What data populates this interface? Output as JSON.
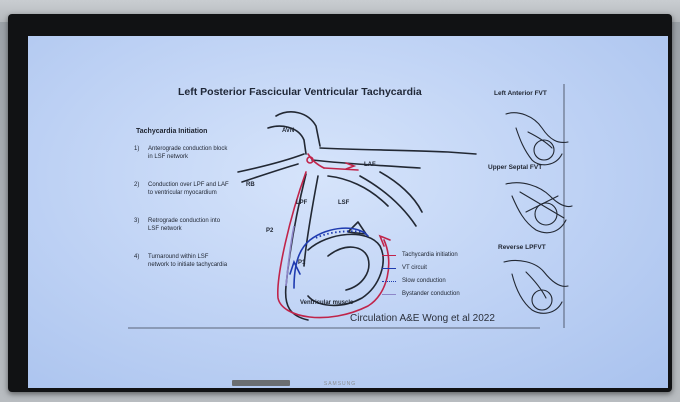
{
  "slide": {
    "title": "Left Posterior Fascicular Ventricular Tachycardia",
    "initiation_heading": "Tachycardia Initiation",
    "steps": [
      {
        "num": "1)",
        "text": "Anterograde conduction block in LSF network"
      },
      {
        "num": "2)",
        "text": "Conduction over LPF and LAF to ventricular myocardium"
      },
      {
        "num": "3)",
        "text": "Retrograde conduction into LSF network"
      },
      {
        "num": "4)",
        "text": "Turnaround within LSF network to initiate tachycardia"
      }
    ],
    "diagram_labels": {
      "avn": "AVN",
      "laf": "LAF",
      "rb": "RB",
      "lpf": "LPF",
      "lsf": "LSF",
      "p2": "P2",
      "p1": "P1",
      "ventricular_muscle": "Ventricular muscle"
    },
    "legend": [
      {
        "label": "Tachycardia initiation",
        "color": "#c0244a",
        "style": "solid"
      },
      {
        "label": "VT circuit",
        "color": "#1f3bb0",
        "style": "solid"
      },
      {
        "label": "Slow conduction",
        "color": "#1f3bb0",
        "style": "dotted"
      },
      {
        "label": "Bystander conduction",
        "color": "#8e86c8",
        "style": "solid"
      }
    ],
    "side_panels": [
      {
        "title": "Left Anterior FVT"
      },
      {
        "title": "Upper Septal FVT"
      },
      {
        "title": "Reverse LPFVT"
      }
    ],
    "citation": "Circulation A&E Wong et al 2022"
  },
  "colors": {
    "initiation": "#c0244a",
    "vt_circuit": "#1f3bb0",
    "bystander": "#8e86c8",
    "ink": "#1e2430"
  }
}
